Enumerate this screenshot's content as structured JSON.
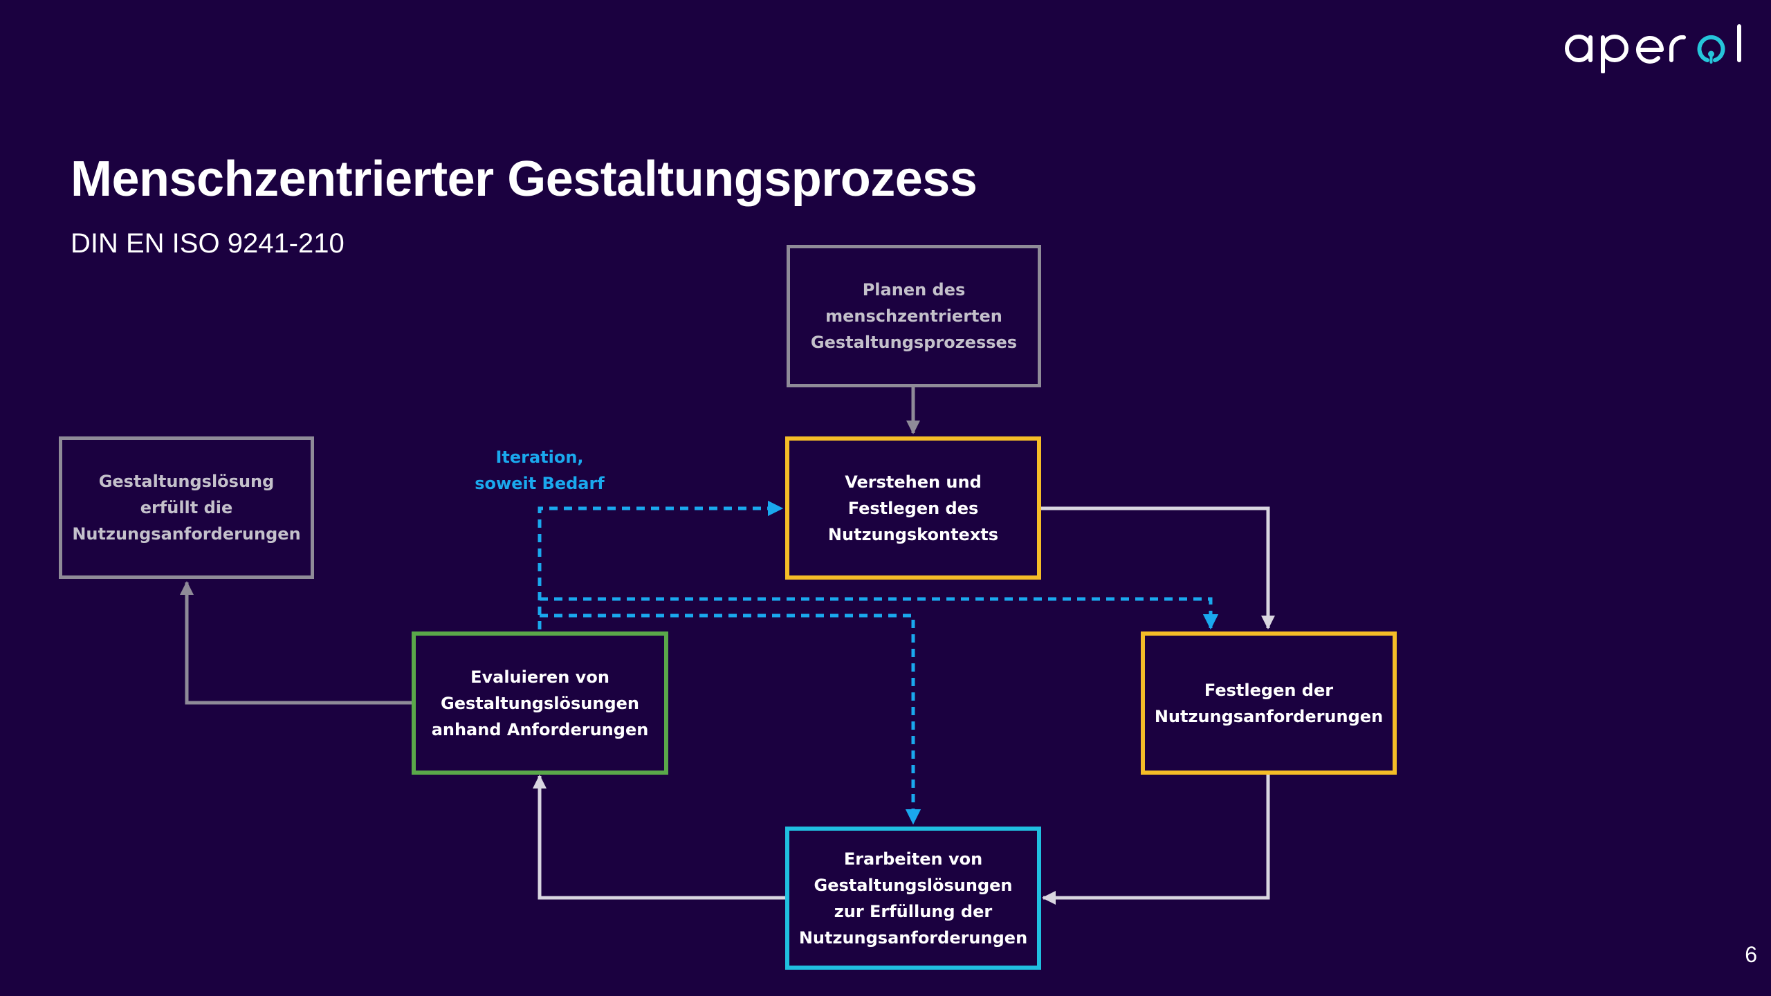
{
  "logo": {
    "text": "aperol",
    "accent": "#26c6da"
  },
  "title": "Menschzentrierter Gestaltungsprozess",
  "subtitle": "DIN EN ISO 9241-210",
  "diagram": {
    "iteration_label": "Iteration,\nsoweit Bedarf",
    "boxes": {
      "planen": "Planen des\nmenschzentrierten\nGestaltungsprozesses",
      "verstehen": "Verstehen und\nFestlegen des\nNutzungskontexts",
      "festlegen": "Festlegen der\nNutzungsanforderungen",
      "erarbeiten": "Erarbeiten von\nGestaltungslösungen\nzur Erfüllung der\nNutzungsanforderungen",
      "evaluieren": "Evaluieren von\nGestaltungslösungen\nanhand Anforderungen",
      "erfuellt": "Gestaltungslösung\nerfüllt die\nNutzungsanforderungen"
    },
    "colors": {
      "background": "#1b0140",
      "grey_border": "#8f8b98",
      "yellow_border": "#f5bd27",
      "green_border": "#5aa84a",
      "cyan_border": "#20bfe0",
      "iteration_blue": "#1aa9ee",
      "arrow_light": "#d9d6e0"
    }
  },
  "page_number": "6"
}
